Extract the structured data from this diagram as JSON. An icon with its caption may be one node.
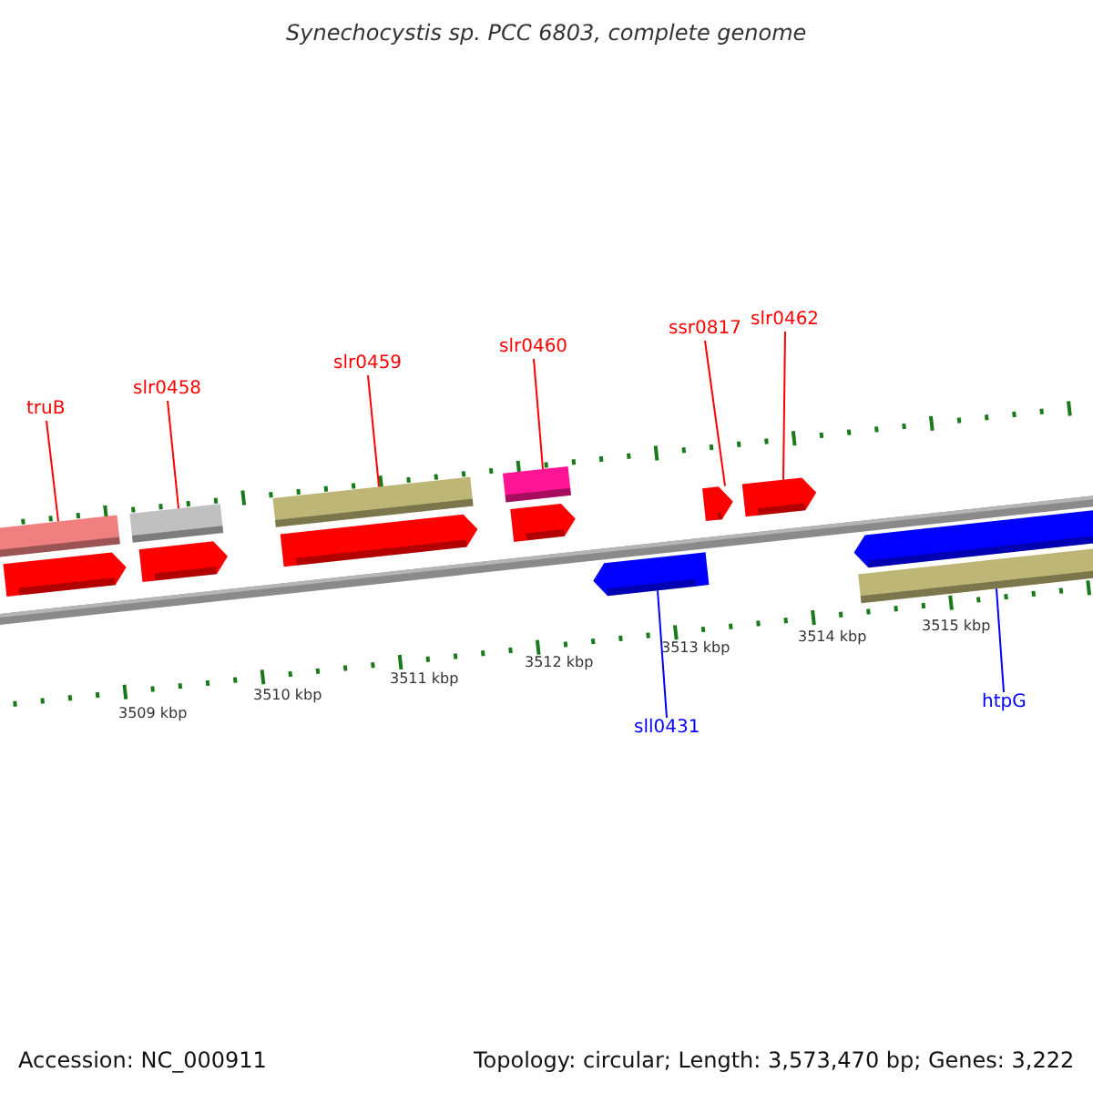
{
  "diagram": {
    "title": "Synechocystis sp. PCC 6803, complete genome",
    "nodes": [
      {
        "text": [
          "truB"
        ]
      },
      {
        "text": [
          "slr0458"
        ]
      },
      {
        "text": [
          "slr0459"
        ]
      },
      {
        "text": [
          "slr0460"
        ]
      },
      {
        "text": [
          "ssr0817"
        ]
      },
      {
        "text": [
          "slr0462"
        ]
      },
      {
        "text": [
          "sll0431"
        ]
      },
      {
        "text": [
          "htpG"
        ]
      },
      {
        "text": [],
        "shape": "bar"
      },
      {
        "text": [],
        "shape": "bar"
      },
      {
        "text": [],
        "shape": "bar"
      },
      {
        "text": [],
        "shape": "bar"
      },
      {
        "text": [],
        "shape": "arrow"
      },
      {
        "text": [],
        "shape": "arrow"
      },
      {
        "text": [],
        "shape": "arrow"
      },
      {
        "text": [],
        "shape": "bar"
      },
      {
        "text": [],
        "shape": "arrow"
      },
      {
        "text": [],
        "shape": "arrow"
      },
      {
        "text": [],
        "shape": "arrow"
      },
      {
        "text": [],
        "shape": "arrow"
      },
      {
        "text": [],
        "shape": "arrow"
      }
    ],
    "edges": [
      {
        "from": 0,
        "to": 8,
        "arrow": "none"
      },
      {
        "from": 1,
        "to": 9,
        "arrow": "none"
      },
      {
        "from": 2,
        "to": 10,
        "arrow": "none"
      },
      {
        "from": 3,
        "to": 11,
        "arrow": "none"
      },
      {
        "from": 4,
        "to": 12,
        "arrow": "none"
      },
      {
        "from": 5,
        "to": 13,
        "arrow": "none"
      },
      {
        "from": 6,
        "to": 14,
        "arrow": "none",
        "color": "#0000ff"
      },
      {
        "from": 7,
        "to": 15,
        "arrow": "none",
        "color": "#0000ff"
      }
    ],
    "labels": [
      "3509 kbp",
      "3510 kbp",
      "3511 kbp",
      "3512 kbp",
      "3513 kbp",
      "3514 kbp",
      "3515 kbp",
      "Accession: NC_000911",
      "Topology: circular; Length: 3,573,470 bp; Genes: 3,222"
    ]
  }
}
